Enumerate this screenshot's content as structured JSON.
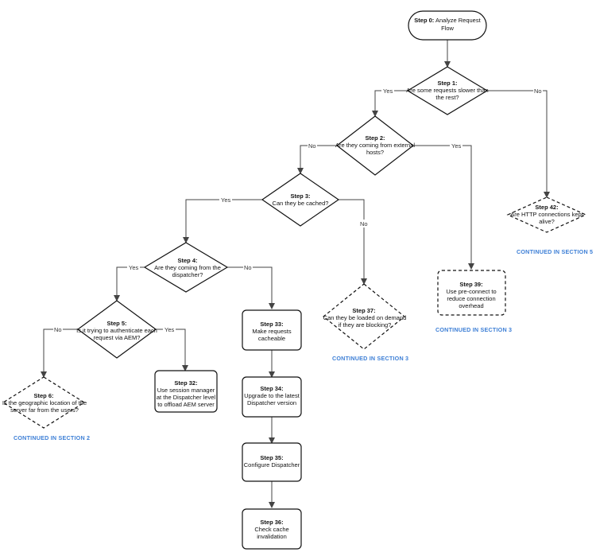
{
  "nodes": {
    "s0": {
      "step": "Step 0:",
      "lines": [
        "Analyze Request",
        "Flow"
      ]
    },
    "s1": {
      "step": "Step 1:",
      "lines": [
        "Are some requests slower than",
        "the rest?"
      ]
    },
    "s2": {
      "step": "Step 2:",
      "lines": [
        "Are they coming from external",
        "hosts?"
      ]
    },
    "s3": {
      "step": "Step 3:",
      "lines": [
        "Can they be cached?"
      ]
    },
    "s4": {
      "step": "Step 4:",
      "lines": [
        "Are they coming from the",
        "dispatcher?"
      ]
    },
    "s5": {
      "step": "Step 5:",
      "lines": [
        "Is it trying to authenticate each",
        "request via AEM?"
      ]
    },
    "s6": {
      "step": "Step 6:",
      "lines": [
        "Is the geographic location of the",
        "server far from the users?"
      ]
    },
    "s32": {
      "step": "Step 32:",
      "lines": [
        "Use session manager",
        "at the Dispatcher level",
        "to offload AEM server"
      ]
    },
    "s33": {
      "step": "Step 33:",
      "lines": [
        "Make requests",
        "cacheable"
      ]
    },
    "s34": {
      "step": "Step 34:",
      "lines": [
        "Upgrade to the latest",
        "Dispatcher version"
      ]
    },
    "s35": {
      "step": "Step 35:",
      "lines": [
        "Configure Dispatcher"
      ]
    },
    "s36": {
      "step": "Step 36:",
      "lines": [
        "Check cache",
        "invalidation"
      ]
    },
    "s37": {
      "step": "Step 37:",
      "lines": [
        "Can they be loaded on demand",
        "if they are blocking?"
      ]
    },
    "s39": {
      "step": "Step 39:",
      "lines": [
        "Use pre-connect to",
        "reduce connection",
        "overhead"
      ]
    },
    "s42": {
      "step": "Step 42:",
      "lines": [
        "Are HTTP connections kept",
        "alive?"
      ]
    }
  },
  "edge_labels": {
    "s1_yes": "Yes",
    "s1_no": "No",
    "s2_no": "No",
    "s2_yes": "Yes",
    "s3_yes": "Yes",
    "s3_no": "No",
    "s4_yes": "Yes",
    "s4_no": "No",
    "s5_no": "No",
    "s5_yes": "Yes"
  },
  "continued": {
    "section2": "CONTINUED IN SECTION 2",
    "section3_a": "CONTINUED IN SECTION 3",
    "section3_b": "CONTINUED IN SECTION 3",
    "section5": "CONTINUED IN SECTION 5"
  }
}
